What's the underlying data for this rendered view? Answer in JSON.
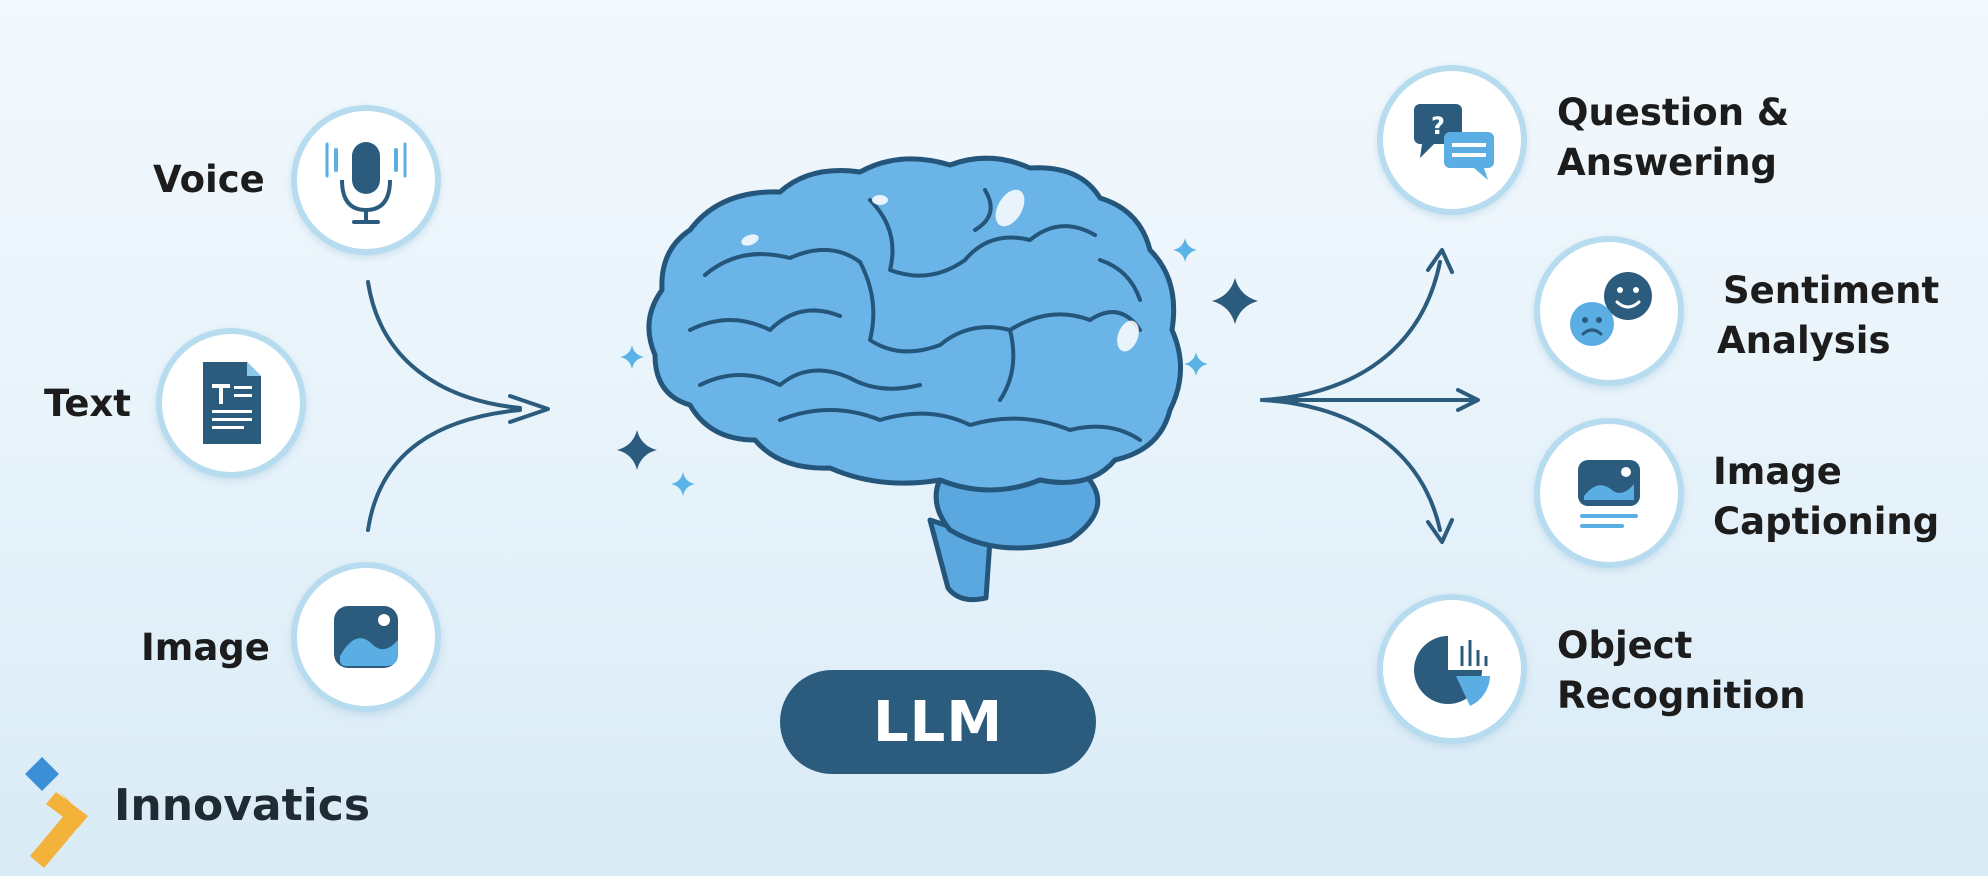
{
  "inputs": [
    {
      "label": "Voice",
      "icon": "microphone-icon"
    },
    {
      "label": "Text",
      "icon": "text-document-icon"
    },
    {
      "label": "Image",
      "icon": "image-icon"
    }
  ],
  "center": {
    "label": "LLM",
    "icon": "brain-icon"
  },
  "outputs": [
    {
      "line1": "Question &",
      "line2": "Answering",
      "icon": "chat-question-icon"
    },
    {
      "line1": "Sentiment",
      "line2": "Analysis",
      "icon": "sentiment-faces-icon"
    },
    {
      "line1": "Image",
      "line2": "Captioning",
      "icon": "image-caption-icon"
    },
    {
      "line1": "Object",
      "line2": "Recognition",
      "icon": "pie-chart-icon"
    }
  ],
  "brand": {
    "name": "Innovatics",
    "icon": "innovatics-logo-icon"
  },
  "colors": {
    "circle_border": "#b7dcef",
    "icon_dark": "#2b5c7e",
    "icon_light": "#5aaee3",
    "brain_fill": "#6ab4e8",
    "pill_bg": "#2b5c7e",
    "arrow": "#2b5c7e",
    "sparkle": "#5ab3e6",
    "logo_blue": "#3a8fd6",
    "logo_orange": "#f3b23a"
  }
}
